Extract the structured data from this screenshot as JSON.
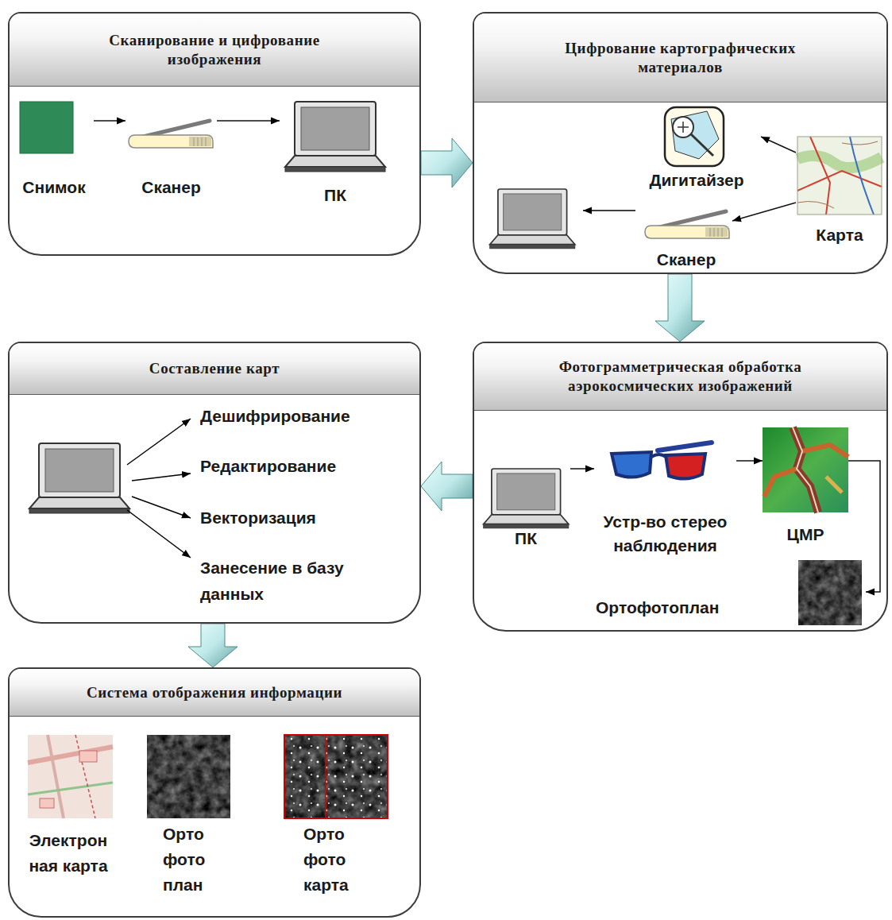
{
  "diagram": {
    "nodes": [
      {
        "text": [
          "Сканирование и цифрование изображения"
        ]
      },
      {
        "text": [
          "Снимок"
        ],
        "in": 0
      },
      {
        "text": [
          "Сканер"
        ],
        "in": 0
      },
      {
        "text": [
          "ПК"
        ],
        "in": 0
      },
      {
        "text": [
          "Цифрование картографических материалов"
        ]
      },
      {
        "text": [
          "Дигитайзер"
        ],
        "in": 4
      },
      {
        "text": [
          "Карта"
        ],
        "in": 4
      },
      {
        "text": [
          "Сканер"
        ],
        "in": 4
      },
      {
        "text": [
          "Составление карт"
        ]
      },
      {
        "text": [
          "Фотограмметрическая обработка аэрокосмических изображений"
        ]
      },
      {
        "text": [
          "ПК"
        ],
        "in": 9
      },
      {
        "text": [
          "Устр-во стерео наблюдения"
        ],
        "in": 9
      },
      {
        "text": [
          "ЦМР"
        ],
        "in": 9
      },
      {
        "text": [
          "Ортофотоплан"
        ],
        "in": 9
      },
      {
        "text": [
          "Система отображения информации"
        ]
      },
      {
        "text": [
          "Электрон ная карта"
        ],
        "in": 14
      },
      {
        "text": [
          "Орто фото план"
        ],
        "in": 14
      },
      {
        "text": [
          "Орто фото карта"
        ],
        "in": 14
      }
    ],
    "edges": [
      {
        "from": 0,
        "to": 4,
        "arrow": "to"
      },
      {
        "from": 4,
        "to": 9,
        "arrow": "to"
      },
      {
        "from": 9,
        "to": 8,
        "arrow": "to"
      },
      {
        "from": 8,
        "to": 14,
        "arrow": "to"
      },
      {
        "from": 1,
        "to": 2,
        "arrow": "to"
      },
      {
        "from": 2,
        "to": 3,
        "arrow": "to"
      },
      {
        "from": 6,
        "to": 5,
        "arrow": "to"
      },
      {
        "from": 6,
        "to": 7,
        "arrow": "to"
      },
      {
        "from": 10,
        "to": 11,
        "arrow": "to"
      },
      {
        "from": 11,
        "to": 12,
        "arrow": "to"
      },
      {
        "from": 12,
        "to": 13,
        "arrow": "to"
      }
    ],
    "labels": [
      "Дешифрирование",
      "Редактирование",
      "Векторизация",
      "Занесение в базу данных"
    ]
  }
}
